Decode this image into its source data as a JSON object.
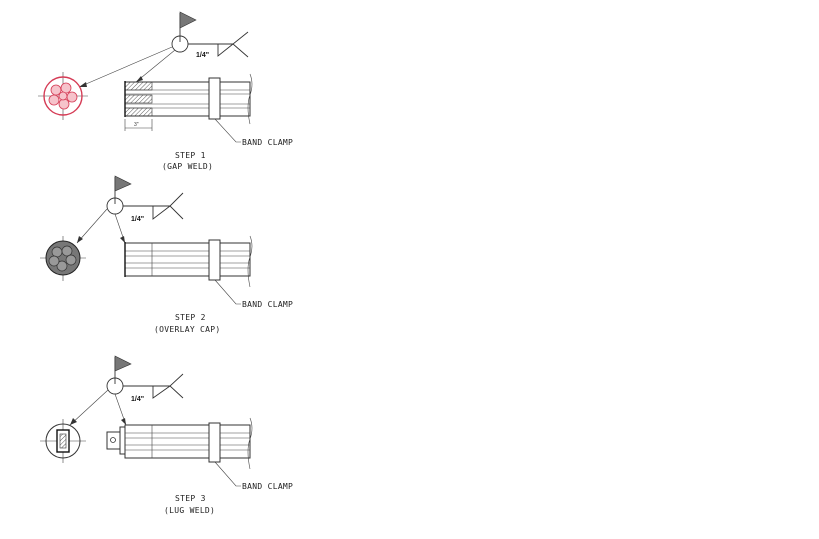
{
  "steps": [
    {
      "weld_size": "1/4\"",
      "callout": "BAND CLAMP",
      "step_label": "STEP 1",
      "step_desc": "(GAP WELD)",
      "dimension": "3\"",
      "end_view": "cable-strands-gap-weld",
      "accent_color": "#e8556a"
    },
    {
      "weld_size": "1/4\"",
      "callout": "BAND CLAMP",
      "step_label": "STEP 2",
      "step_desc": "(OVERLAY CAP)",
      "end_view": "cable-strands-overlay-cap",
      "accent_color": "#555555"
    },
    {
      "weld_size": "1/4\"",
      "callout": "BAND CLAMP",
      "step_label": "STEP 3",
      "step_desc": "(LUG WELD)",
      "end_view": "lug-end",
      "accent_color": "#333333"
    }
  ]
}
